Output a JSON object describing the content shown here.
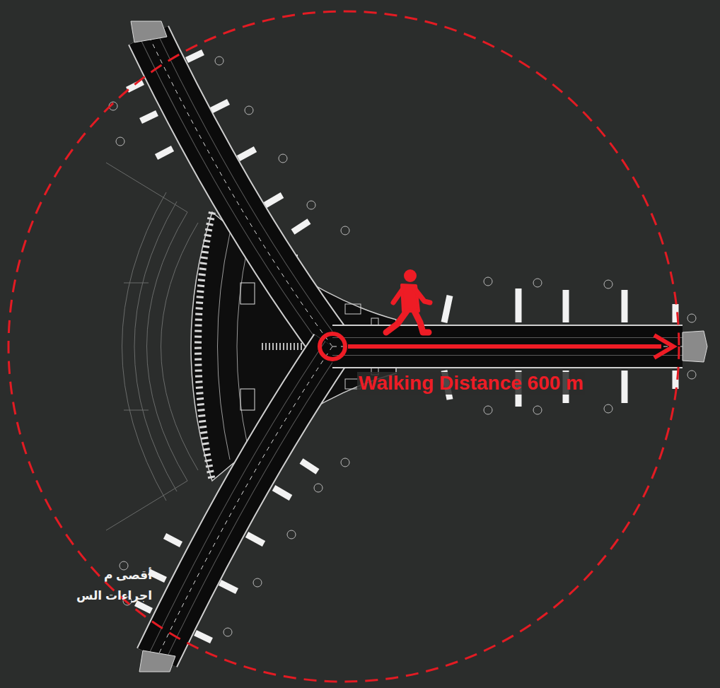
{
  "diagram": {
    "labels": [
      "Walking Distance 600 m",
      "أقصى م",
      "اجراءات الس"
    ]
  }
}
